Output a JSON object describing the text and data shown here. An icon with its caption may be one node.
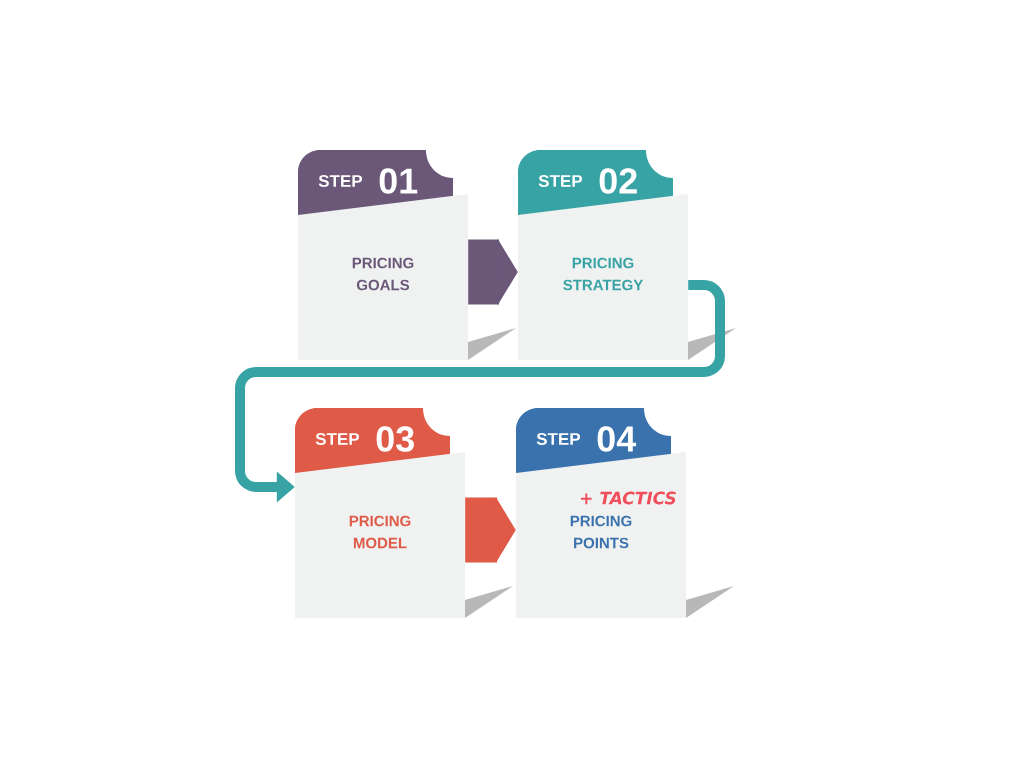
{
  "diagram": {
    "nodes": [
      {
        "text": [
          "STEP",
          "01",
          "PRICING GOALS"
        ]
      },
      {
        "text": [
          "STEP",
          "02",
          "PRICING STRATEGY"
        ]
      },
      {
        "text": [
          "STEP",
          "03",
          "PRICING MODEL"
        ]
      },
      {
        "text": [
          "STEP",
          "04",
          "+ TACTICS",
          "PRICING POINTS"
        ]
      }
    ],
    "edges": [
      {
        "from": 0,
        "to": 1,
        "arrow": "to",
        "color": "#6b5879"
      },
      {
        "from": 1,
        "to": 2,
        "arrow": "to",
        "color": "#38a3a5"
      },
      {
        "from": 2,
        "to": 3,
        "arrow": "to",
        "color": "#e05a48"
      }
    ]
  }
}
